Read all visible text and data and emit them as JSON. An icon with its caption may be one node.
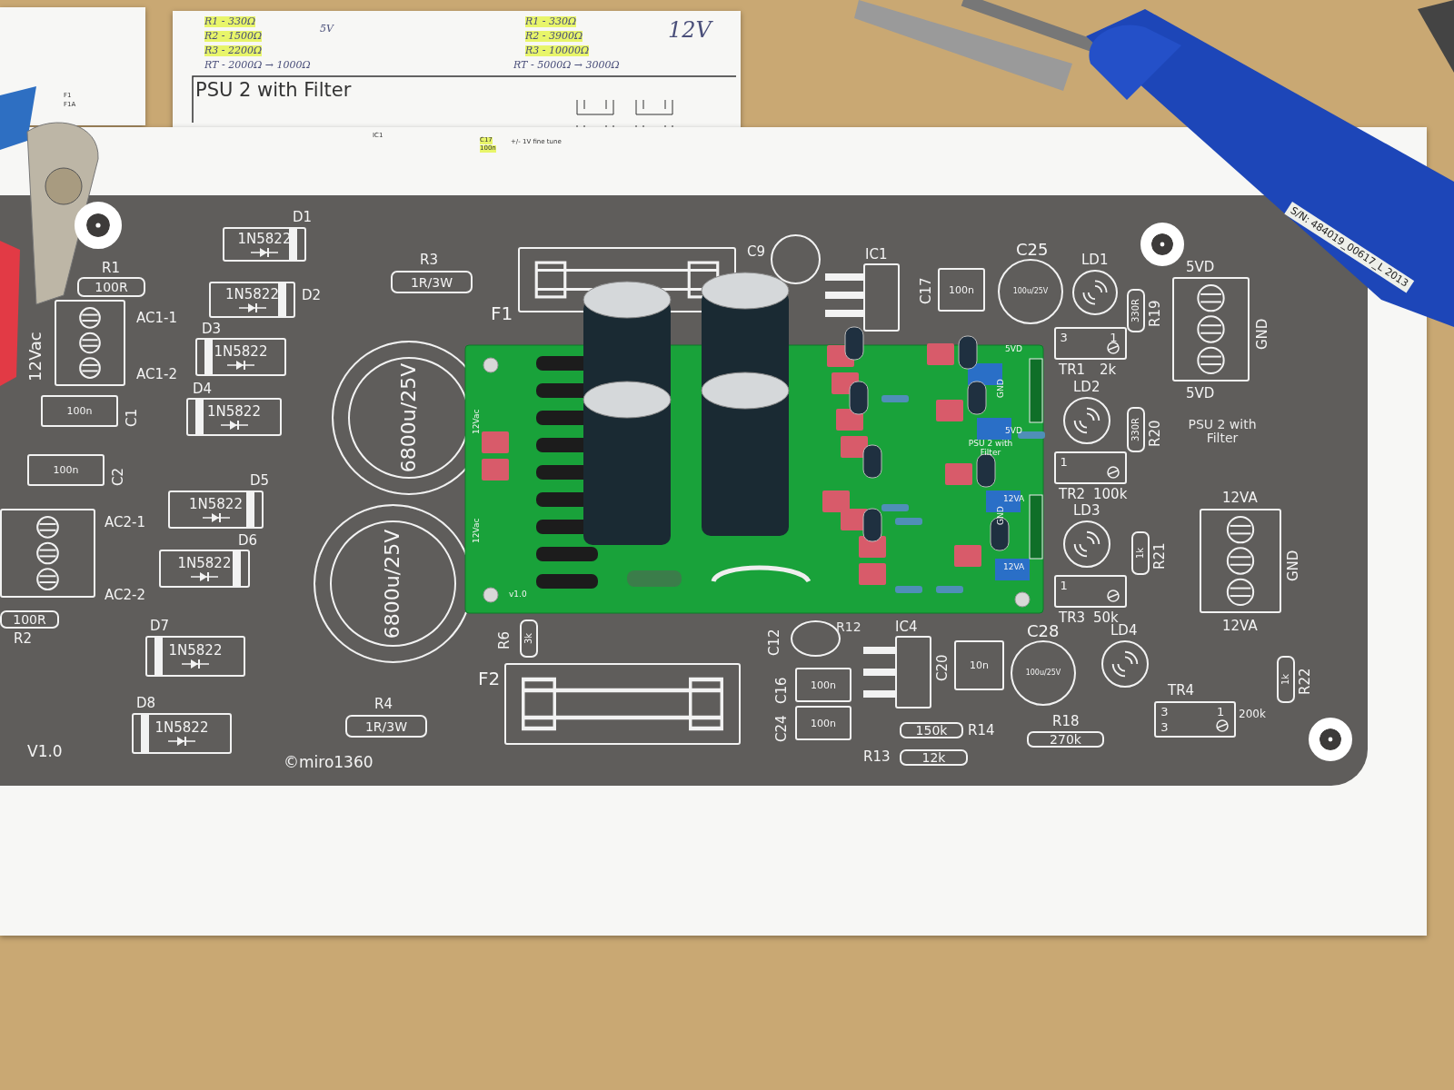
{
  "diagram": {
    "title": "PSU 2 with Filter",
    "nodes": [
      {
        "text": [
          "100R"
        ],
        "beside": [
          "R1"
        ]
      },
      {
        "text": [],
        "shape": "box",
        "beside": [
          "12Vac",
          "AC1-1",
          "AC1-2"
        ]
      },
      {
        "text": [
          "100n"
        ],
        "beside": [
          "C1"
        ]
      },
      {
        "text": [
          "100n"
        ],
        "beside": [
          "C2"
        ]
      },
      {
        "text": [],
        "shape": "box",
        "beside": [
          "AC2-1",
          "AC2-2"
        ]
      },
      {
        "text": [
          "100R"
        ],
        "beside": [
          "R2"
        ]
      },
      {
        "text": [
          "1N5822"
        ],
        "beside": [
          "D1"
        ]
      },
      {
        "text": [
          "1N5822"
        ],
        "beside": [
          "D2"
        ]
      },
      {
        "text": [
          "1N5822"
        ],
        "beside": [
          "D3"
        ]
      },
      {
        "text": [
          "1N5822"
        ],
        "beside": [
          "D4"
        ]
      },
      {
        "text": [
          "1N5822"
        ],
        "beside": [
          "D5"
        ]
      },
      {
        "text": [
          "1N5822"
        ],
        "beside": [
          "D6"
        ]
      },
      {
        "text": [
          "1N5822"
        ],
        "beside": [
          "D7"
        ]
      },
      {
        "text": [
          "1N5822"
        ],
        "beside": [
          "D8"
        ]
      },
      {
        "text": [
          "1R/3W"
        ],
        "beside": [
          "R3"
        ]
      },
      {
        "text": [
          "6800u/25V"
        ]
      },
      {
        "text": [
          "6800u/25V"
        ]
      },
      {
        "text": [
          "1R/3W"
        ],
        "beside": [
          "R4"
        ]
      },
      {
        "text": [],
        "shape": "box",
        "beside": [
          "F1"
        ]
      },
      {
        "text": [],
        "shape": "box",
        "beside": [
          "F2"
        ]
      },
      {
        "text": [
          "3k"
        ],
        "beside": [
          "R6"
        ]
      },
      {
        "text": [],
        "shape": "circle",
        "beside": [
          "C9"
        ]
      },
      {
        "text": [],
        "shape": "box",
        "beside": [
          "IC1"
        ]
      },
      {
        "text": [
          "100n"
        ],
        "beside": [
          "C17"
        ]
      },
      {
        "text": [
          "100u/25V"
        ],
        "beside": [
          "C25"
        ]
      },
      {
        "text": [],
        "shape": "circle",
        "beside": [
          "LD1"
        ]
      },
      {
        "text": [
          "330R"
        ],
        "beside": [
          "R19"
        ]
      },
      {
        "text": [
          "3",
          "1"
        ],
        "beside": [
          "TR1",
          "2k"
        ]
      },
      {
        "text": [],
        "shape": "box",
        "beside": [
          "5VD",
          "GND",
          "5VD"
        ]
      },
      {
        "text": [],
        "shape": "circle",
        "beside": [
          "LD2"
        ]
      },
      {
        "text": [
          "330R"
        ],
        "beside": [
          "R20"
        ]
      },
      {
        "text": [
          "1"
        ],
        "beside": [
          "TR2",
          "100k"
        ]
      },
      {
        "text": [],
        "shape": "box",
        "beside": [
          "12VA",
          "GND",
          "12VA"
        ]
      },
      {
        "text": [],
        "shape": "circle",
        "beside": [
          "LD3"
        ]
      },
      {
        "text": [
          "1k"
        ],
        "beside": [
          "R21"
        ]
      },
      {
        "text": [
          "1"
        ],
        "beside": [
          "TR3",
          "50k"
        ]
      },
      {
        "text": [],
        "shape": "circle",
        "beside": [
          "C12"
        ]
      },
      {
        "text": [],
        "shape": "box",
        "beside": [
          "IC4"
        ]
      },
      {
        "text": [
          "100n"
        ],
        "beside": [
          "C16"
        ]
      },
      {
        "text": [
          "100n"
        ],
        "beside": [
          "C24"
        ]
      },
      {
        "text": [
          "150k"
        ],
        "beside": [
          "R14"
        ]
      },
      {
        "text": [
          "12k"
        ],
        "beside": [
          "R13"
        ]
      },
      {
        "text": [
          "10n"
        ],
        "beside": [
          "C20"
        ]
      },
      {
        "text": [
          "100u/25V"
        ],
        "beside": [
          "C28"
        ]
      },
      {
        "text": [],
        "shape": "circle",
        "beside": [
          "LD4"
        ]
      },
      {
        "text": [
          "3",
          "1",
          "3"
        ],
        "beside": [
          "TR4",
          "200k"
        ]
      },
      {
        "text": [
          "1k"
        ],
        "beside": [
          "R22"
        ]
      },
      {
        "text": [
          "270k"
        ],
        "beside": [
          "R18"
        ]
      }
    ],
    "labels": [
      "R1 - 330Ω",
      "R2 - 1500Ω",
      "R3 - 2200Ω",
      "RT - 2000Ω → 1000Ω",
      "5V",
      "R1 - 330Ω",
      "R2 - 3900Ω",
      "R3 - 10000Ω",
      "RT - 5000Ω → 3000Ω",
      "12V",
      "F1",
      "F1A",
      "IC1",
      "C17",
      "100n",
      "+/- 1V fine tune",
      "S/N: 484019_00617_L 2013",
      "V1.0",
      "©miro1360",
      "R12",
      "PSU 2 with Filter",
      "12Vac",
      "12Vac",
      "v1.0",
      "5VD",
      "GND",
      "5VD",
      "PSU 2 with Filter",
      "GND",
      "12VA",
      "12VA"
    ]
  }
}
